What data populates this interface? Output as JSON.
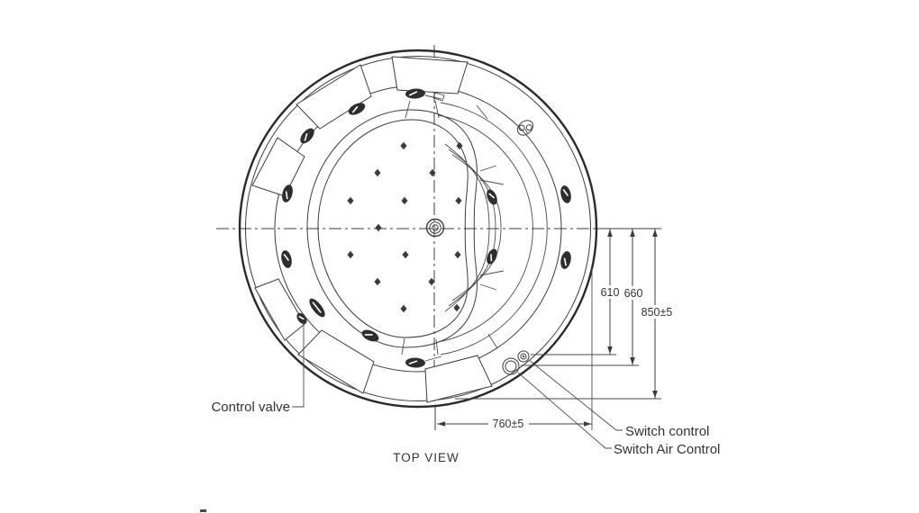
{
  "meta": {
    "background_color": "#ffffff",
    "line_color": "#3c3c3c",
    "text_color": "#333333"
  },
  "drawing": {
    "view_title": "TOP VIEW",
    "callouts": {
      "control_valve": "Control valve",
      "switch_control": "Switch control",
      "switch_air_control": "Switch Air Control"
    },
    "dimensions": {
      "dim_610": "610",
      "dim_660": "660",
      "dim_850": "850±5",
      "dim_760": "760±5"
    }
  }
}
